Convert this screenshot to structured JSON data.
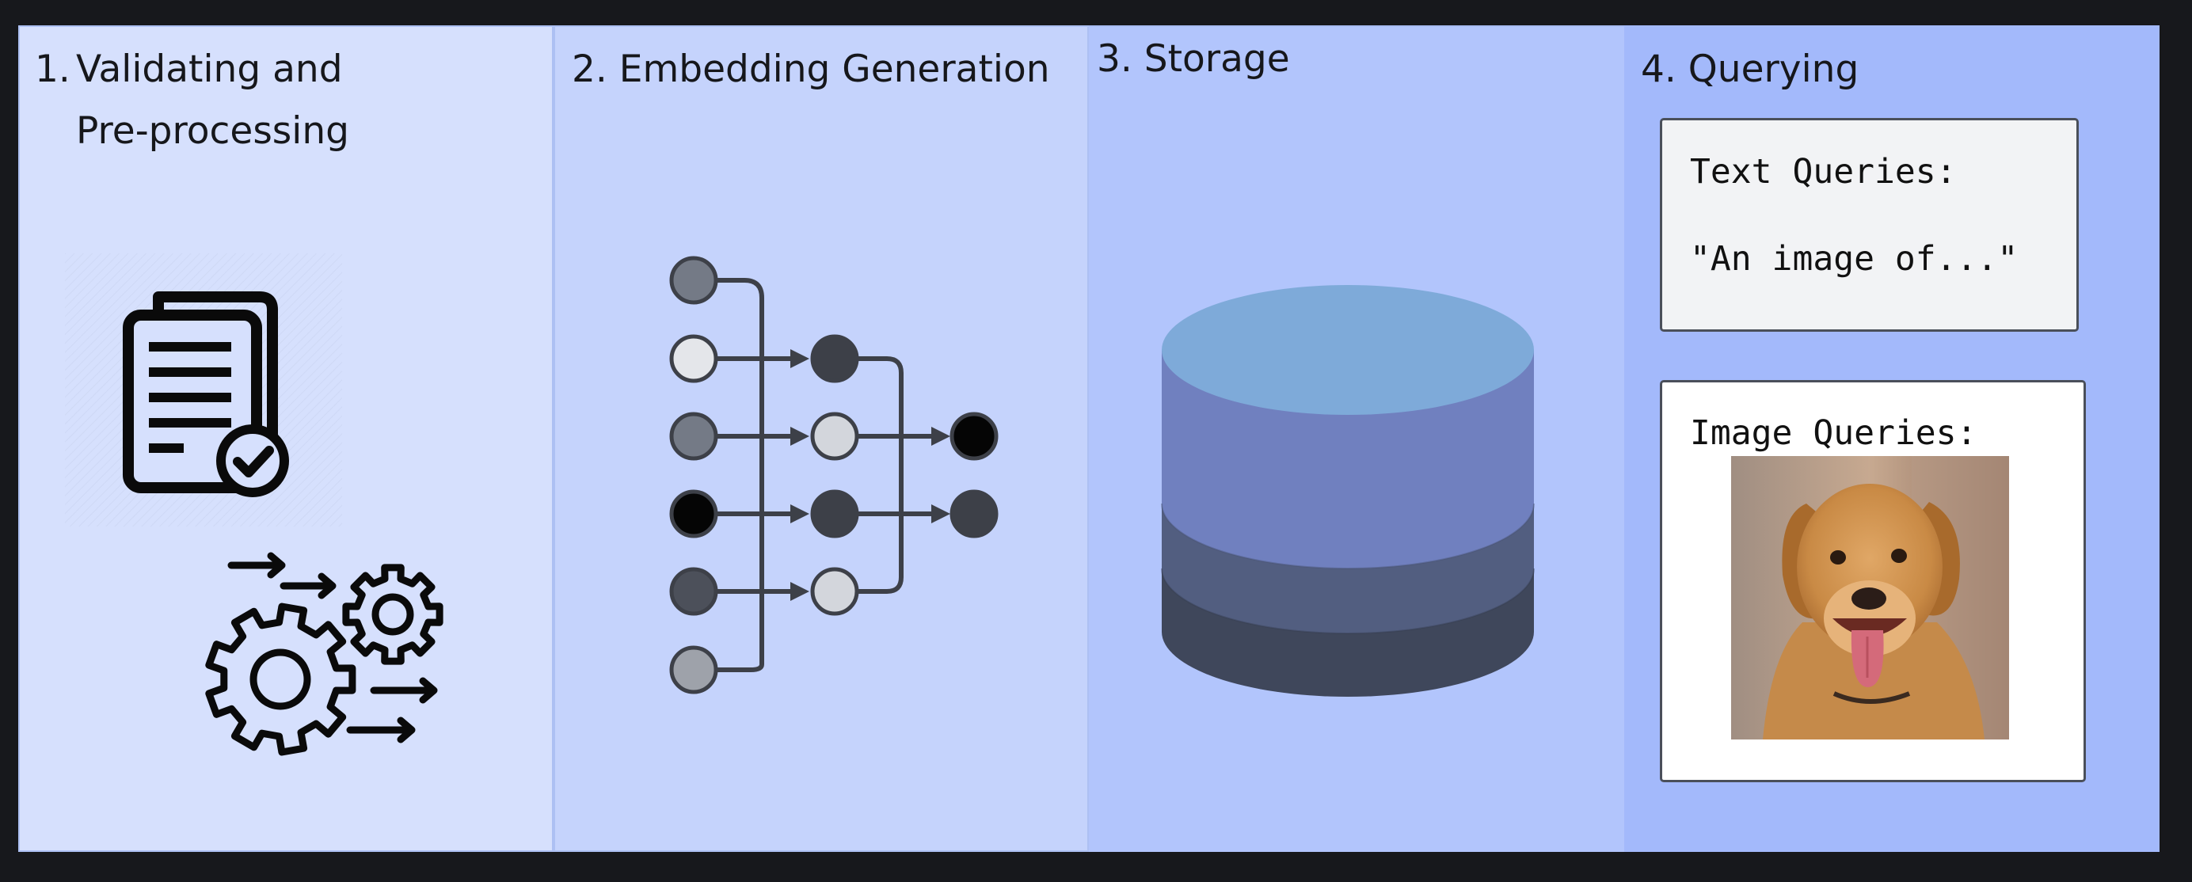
{
  "steps": [
    {
      "number": "1.",
      "title_line1": "Validating and",
      "title_line2": "Pre-processing"
    },
    {
      "title": "2. Embedding Generation"
    },
    {
      "title": "3. Storage"
    },
    {
      "title": "4. Querying"
    }
  ],
  "querying": {
    "text_queries_label": "Text Queries:",
    "text_query_example": "\"An image of...\"",
    "image_queries_label": "Image Queries:"
  },
  "icons": {
    "documents": "documents-check-icon",
    "gears": "gears-arrows-icon",
    "network": "neural-network-icon",
    "database": "database-icon",
    "photo": "dog-photo"
  },
  "colors": {
    "background": "#17181c",
    "panel_1": "#d6e0fd",
    "panel_2": "#c5d3fc",
    "panel_3": "#b2c5fc",
    "panel_4": "#a3b9fb",
    "db_top": "#7eaad9",
    "db_layer_1": "#7080bf",
    "db_layer_2": "#525e80",
    "db_layer_3": "#3f475b"
  }
}
